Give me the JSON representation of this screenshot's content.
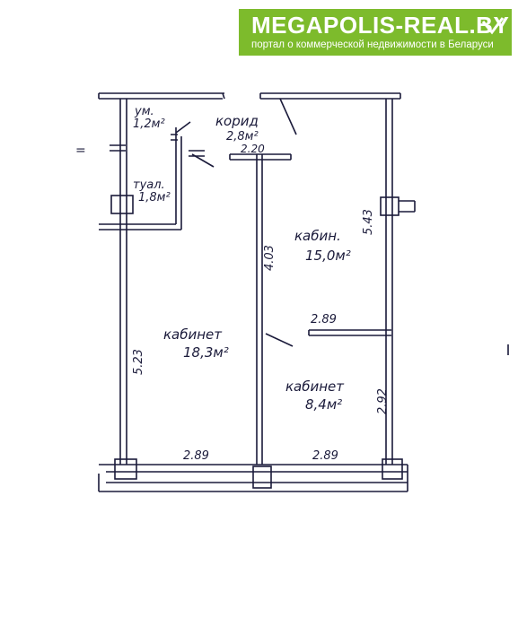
{
  "logo": {
    "brand": "MEGAPOLIS-REAL.BY",
    "tagline": "портал о коммерческой недвижимости в Беларуси",
    "color": "#7dbb2c"
  },
  "rooms": {
    "storage": {
      "name": "ум.",
      "area": "1,2м²"
    },
    "corridor": {
      "name": "корид",
      "area": "2,8м²"
    },
    "toilet": {
      "name": "туал.",
      "area": "1,8м²"
    },
    "office_large": {
      "name": "кабинет",
      "area": "18,3м²"
    },
    "office_upper": {
      "name": "кабин.",
      "area": "15,0м²"
    },
    "office_lower": {
      "name": "кабинет",
      "area": "8,4м²"
    }
  },
  "dimensions": {
    "corridor_width": "2.20",
    "left_height": "5.23",
    "middle_height": "4.03",
    "right_upper_height": "5.43",
    "right_lower_height": "2.92",
    "partition_width": "2.89",
    "bottom_left_width": "2.89",
    "bottom_right_width": "2.89"
  },
  "marks": {
    "left_symbol": "="
  }
}
